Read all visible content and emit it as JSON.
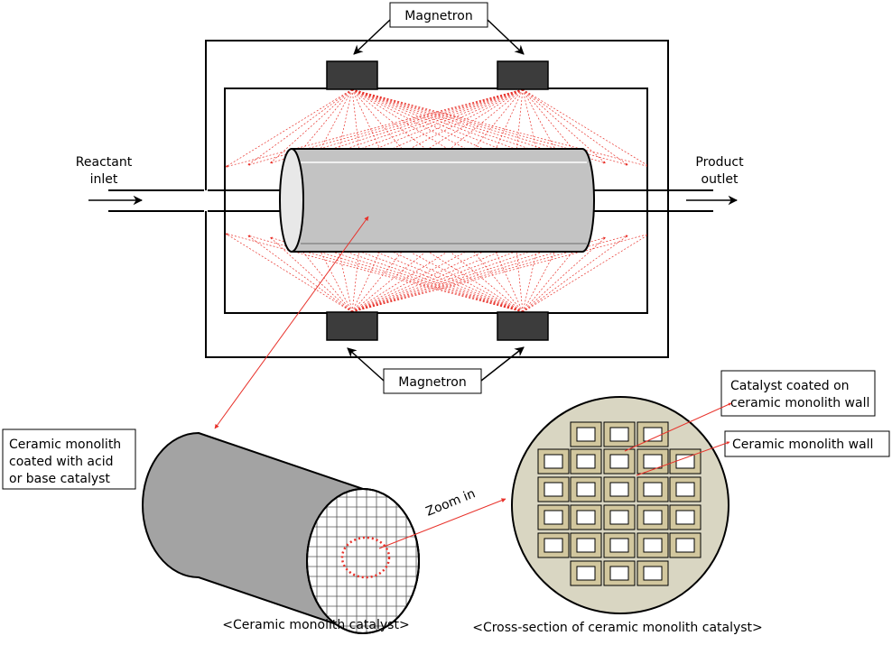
{
  "labels": {
    "magnetron_top": "Magnetron",
    "magnetron_bottom": "Magnetron",
    "reactant_l1": "Reactant",
    "reactant_l2": "inlet",
    "product_l1": "Product",
    "product_l2": "outlet",
    "monolith_l1": "Ceramic monolith",
    "monolith_l2": "coated with acid",
    "monolith_l3": "or base catalyst",
    "catalyst_l1": "Catalyst coated on",
    "catalyst_l2": "ceramic monolith wall",
    "wall": "Ceramic monolith wall",
    "zoom": "Zoom in",
    "caption_left": "<Ceramic monolith catalyst>",
    "caption_right": "<Cross-section of ceramic monolith catalyst>"
  },
  "colors": {
    "microwave": "#e8312a",
    "magnetron": "#3c3c3c",
    "cylinder_body": "#c3c3c3",
    "monolith_body": "#a3a3a3",
    "cross_section_fill": "#d9d6c2",
    "cell_fill": "#d2c79e"
  }
}
